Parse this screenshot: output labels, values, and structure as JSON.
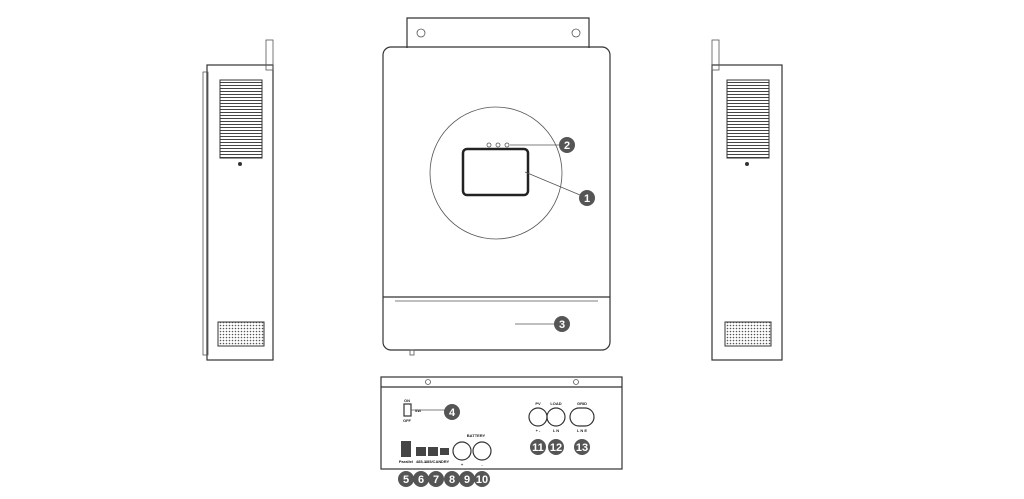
{
  "callouts": [
    "1",
    "2",
    "3",
    "4",
    "5",
    "6",
    "7",
    "8",
    "9",
    "10",
    "11",
    "12",
    "13"
  ],
  "bottom_labels": {
    "on": "ON",
    "sw": "SW",
    "off": "OFF",
    "parallel": "Parallel",
    "rs485": "485-1",
    "rs485can": "485/CAN",
    "dry": "DRY",
    "battery": "BATTERY",
    "bat_plus": "+",
    "bat_minus": "-",
    "pv": "PV",
    "pv_pol": "+  -",
    "load": "LOAD",
    "load_pol": "L  N",
    "grid": "GRID",
    "grid_pol": "L  N  E"
  }
}
